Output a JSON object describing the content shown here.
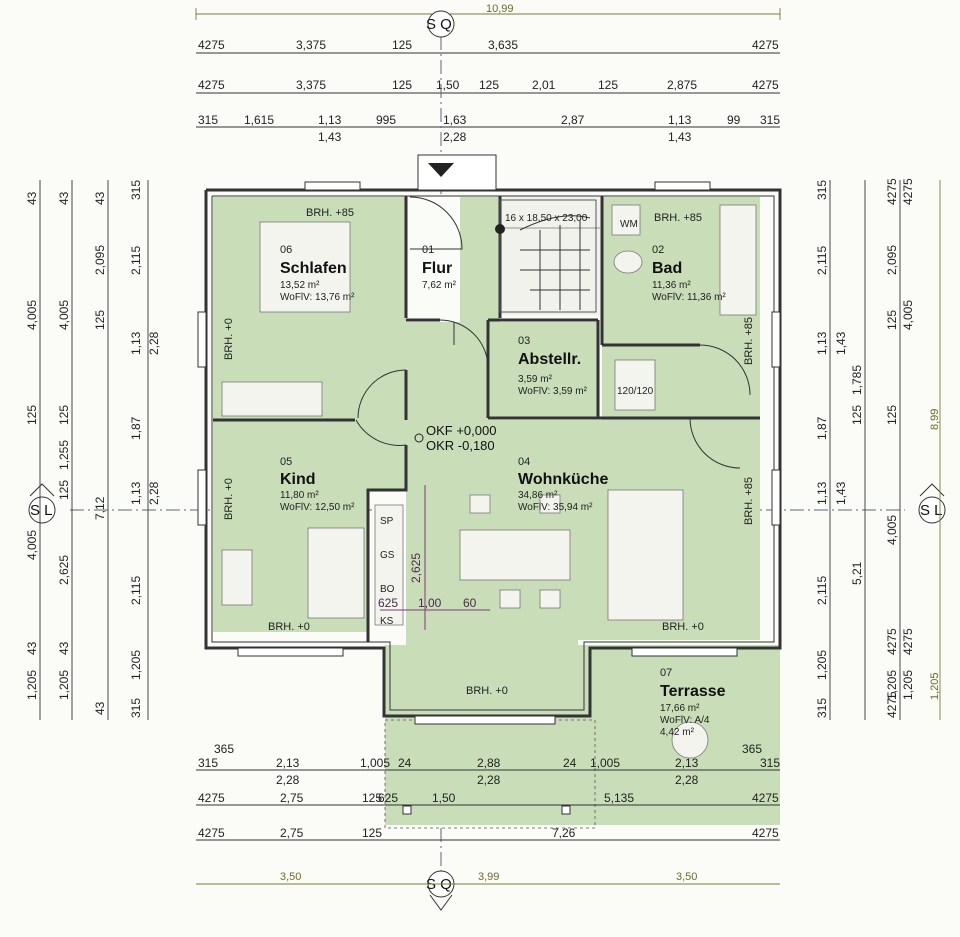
{
  "dims": {
    "top_total": "10,99",
    "top_row1": [
      "4275",
      "3,375",
      "125",
      "3,635",
      "4275"
    ],
    "top_row2": [
      "4275",
      "3,375",
      "125",
      "1,50",
      "125",
      "2,01",
      "125",
      "2,875",
      "4275"
    ],
    "top_row3": [
      "315",
      "1,615",
      "1,13",
      "995",
      "1,63",
      "2,87",
      "1,13",
      "99",
      "315"
    ],
    "top_row3b": [
      "1,43",
      "2,28",
      "1,43"
    ],
    "left_col1": [
      "43",
      "4,005",
      "125",
      "4,005",
      "43",
      "1,205"
    ],
    "left_col2": [
      "43",
      "4,005",
      "125",
      "1,255",
      "125",
      "2,625",
      "43",
      "1,205"
    ],
    "left_col3": [
      "43",
      "2,095",
      "125",
      "7,12",
      "43"
    ],
    "left_col4": [
      "315",
      "2,115",
      "1,13",
      "1,87",
      "1,13",
      "2,115",
      "1,205",
      "315"
    ],
    "left_col5": [
      "2,28",
      "2,28"
    ],
    "right_col1": [
      "315",
      "2,115",
      "1,13",
      "1,87",
      "1,13",
      "2,115",
      "1,205",
      "315"
    ],
    "right_col2": [
      "1,43",
      "1,785",
      "125",
      "1,43",
      "5,21"
    ],
    "right_col3": [
      "4275",
      "2,095",
      "125",
      "125",
      "4,005",
      "4275",
      "1,205",
      "4275"
    ],
    "right_col4": [
      "4275",
      "4,005",
      "4275",
      "1,205"
    ],
    "right_total": "8,99",
    "right_total2": "1,205",
    "bot_row1": [
      "365",
      "315",
      "2,13",
      "1,005",
      "24",
      "2,88",
      "24",
      "1,005",
      "2,13",
      "315",
      "365"
    ],
    "bot_row1b": [
      "2,28",
      "2,28",
      "2,28"
    ],
    "bot_row2": [
      "4275",
      "2,75",
      "125",
      "625",
      "1,50",
      "5,135",
      "4275"
    ],
    "bot_row3": [
      "4275",
      "2,75",
      "125",
      "7,26",
      "4275"
    ],
    "bot_total": [
      "3,50",
      "3,99",
      "3,50"
    ],
    "inner": [
      "2,625",
      "625",
      "1,00",
      "60"
    ]
  },
  "markers": {
    "sq": "S Q",
    "sl": "S L"
  },
  "rooms": [
    {
      "num": "06",
      "name": "Schlafen",
      "area": "13,52 m²",
      "wofiv": "WoFlV: 13,76 m²"
    },
    {
      "num": "01",
      "name": "Flur",
      "area": "7,62 m²",
      "wofiv": ""
    },
    {
      "num": "02",
      "name": "Bad",
      "area": "11,36 m²",
      "wofiv": "WoFlV: 11,36 m²"
    },
    {
      "num": "03",
      "name": "Abstellr.",
      "area": "3,59 m²",
      "wofiv": "WoFlV: 3,59 m²"
    },
    {
      "num": "05",
      "name": "Kind",
      "area": "11,80 m²",
      "wofiv": "WoFlV: 12,50 m²"
    },
    {
      "num": "04",
      "name": "Wohnküche",
      "area": "34,86 m²",
      "wofiv": "WoFlV: 35,94 m²"
    },
    {
      "num": "07",
      "name": "Terrasse",
      "area": "17,66 m²",
      "wofiv": "WoFlV: A/4",
      "extra": "4,42 m²"
    }
  ],
  "labels": {
    "stairs": "16 x 18,50 x 23,00",
    "okf": "OKF +0,000",
    "okr": "OKR -0,180",
    "shower": "120/120",
    "wm": "WM",
    "sp": "SP",
    "gs": "GS",
    "bo": "BO",
    "ks": "KS"
  },
  "brh": {
    "top_left": "BRH.  +85",
    "top_right": "BRH.  +85",
    "left_upper": "BRH.  +0",
    "left_lower": "BRH.  +0",
    "right_upper": "BRH.  +85",
    "right_lower": "BRH.  +85",
    "kind_bottom": "BRH.  +0",
    "wohn_bottom": "BRH.  +0",
    "wohn_south": "BRH.  +0"
  }
}
